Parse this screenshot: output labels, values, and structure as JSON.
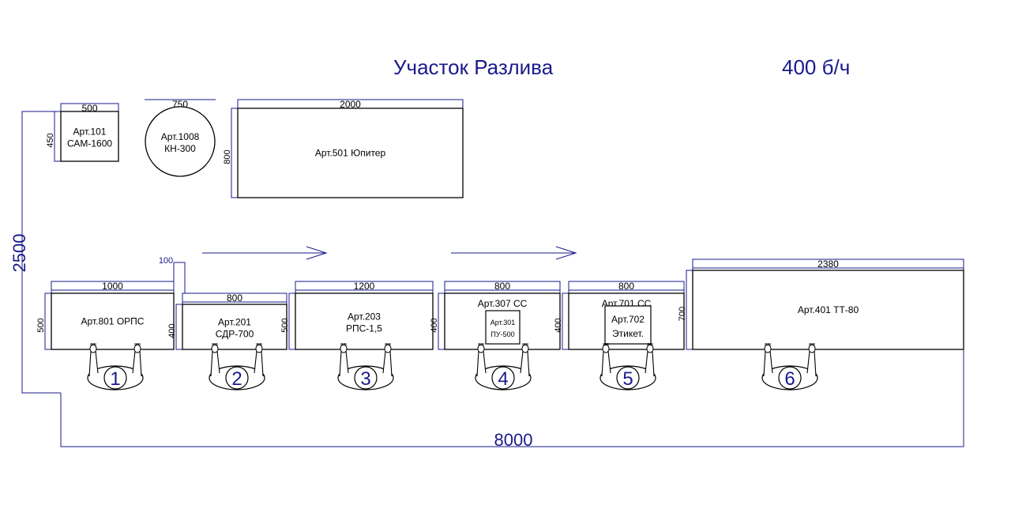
{
  "header": {
    "title": "Участок Разлива",
    "capacity": "400 б/ч"
  },
  "dimensions": {
    "total_length": "8000",
    "total_width": "2500",
    "gap_label": "100"
  },
  "top_equipment": [
    {
      "id": "art101",
      "line1": "Арт.101",
      "line2": "САМ-1600",
      "width_label": "500",
      "depth_label": "450"
    },
    {
      "id": "art1008",
      "line1": "Арт.1008",
      "line2": "КН-300",
      "width_label": "750",
      "depth_label": ""
    },
    {
      "id": "art501",
      "line1": "Арт.501 Юпитер",
      "line2": "",
      "width_label": "2000",
      "depth_label": "800"
    }
  ],
  "line_tables": [
    {
      "id": "art801",
      "line1": "Арт.801 ОРПС",
      "line2": "",
      "width_label": "1000",
      "depth_label": "500"
    },
    {
      "id": "art201",
      "line1": "Арт.201",
      "line2": "СДР-700",
      "width_label": "800",
      "depth_label": "400"
    },
    {
      "id": "art203",
      "line1": "Арт.203",
      "line2": "РПС-1,5",
      "width_label": "1200",
      "depth_label": "500"
    },
    {
      "id": "art307",
      "line1": "Арт.307 СС",
      "line2": "",
      "width_label": "800",
      "depth_label": "400",
      "inner": {
        "line1": "Арт.301",
        "line2": "ПУ-500"
      }
    },
    {
      "id": "art701",
      "line1": "Арт.701 СС",
      "line2": "",
      "width_label": "800",
      "depth_label": "400",
      "inner": {
        "line1": "Арт.702",
        "line2": "Этикет."
      }
    },
    {
      "id": "art401",
      "line1": "Арт.401 ТТ-80",
      "line2": "",
      "width_label": "2380",
      "depth_label": "700"
    }
  ],
  "workers": [
    "1",
    "2",
    "3",
    "4",
    "5",
    "6"
  ],
  "colors": {
    "line": "#1a1a8c",
    "box": "#000000",
    "text": "#000000",
    "worker": "#000000",
    "background": "#ffffff"
  }
}
